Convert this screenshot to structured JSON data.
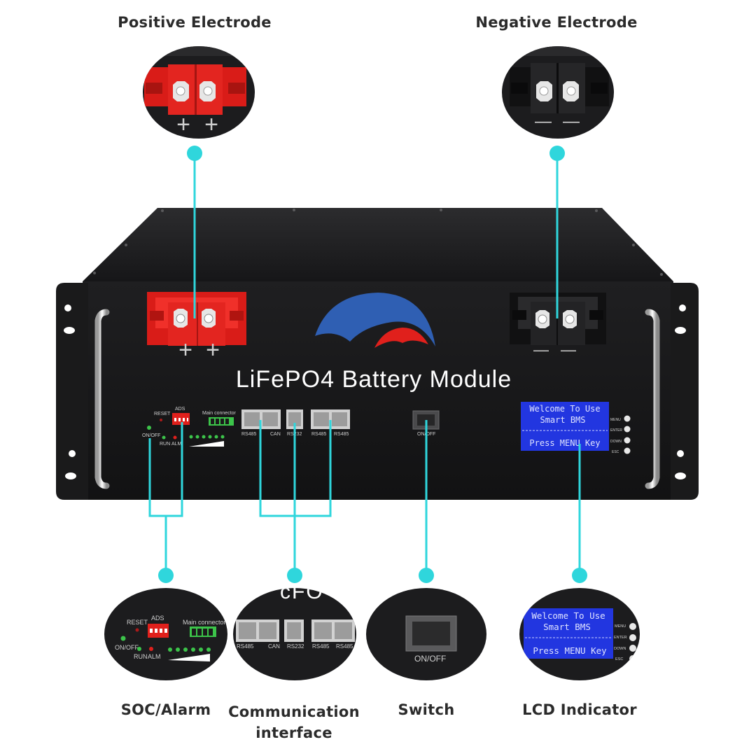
{
  "callouts": {
    "positive": "Positive Electrode",
    "negative": "Negative Electrode",
    "soc": "SOC/Alarm",
    "comm_line1": "Communication",
    "comm_line2": "interface",
    "switch": "Switch",
    "lcd": "LCD Indicator"
  },
  "module": {
    "title": "LiFePO4 Battery Module",
    "plus": "+",
    "minus": "—"
  },
  "panel": {
    "reset": "RESET",
    "ads": "ADS",
    "main_connector": "Main  connector",
    "onoff_led": "ON/OFF",
    "run": "RUN",
    "alm": "ALM",
    "ports": [
      "RS485",
      "CAN",
      "RS232",
      "RS485",
      "RS485"
    ],
    "switch_label": "ON/OFF"
  },
  "lcd": {
    "line1": "Welcome To Use",
    "line2": "Smart BMS",
    "line3": "Press MENU Key",
    "buttons": [
      "MENU",
      "ENTER",
      "DOWN",
      "ESC"
    ]
  },
  "colors": {
    "accent_line": "#2fd6dc",
    "chassis": "#1d1d1f",
    "terminal_red": "#e0201c",
    "logo_blue": "#2f5fb3",
    "lcd_blue": "#2236e0"
  }
}
